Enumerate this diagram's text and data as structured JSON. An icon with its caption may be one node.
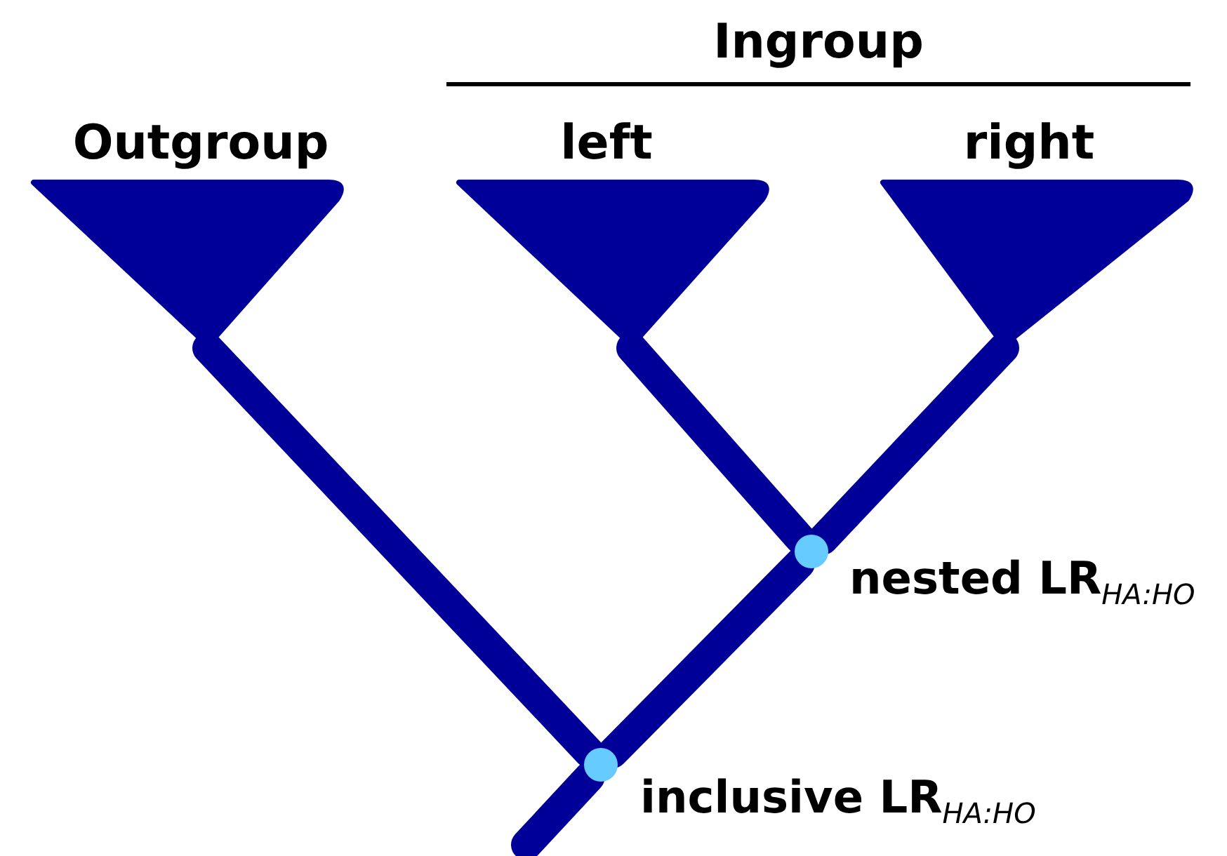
{
  "diagram": {
    "nodes": [
      {
        "text": [
          "Outgroup"
        ]
      },
      {
        "text": [
          "left"
        ]
      },
      {
        "text": [
          "right"
        ]
      },
      {
        "text": [],
        "shape": "circle",
        "beside": [
          "nested LR$_{HA:HO}$"
        ]
      },
      {
        "text": [],
        "shape": "circle",
        "beside": [
          "inclusive LR$_{HA:HO}$"
        ]
      }
    ],
    "edges": [
      {
        "from": null,
        "to": 4,
        "arrow": "none"
      },
      {
        "from": 4,
        "to": 0,
        "arrow": "none"
      },
      {
        "from": 4,
        "to": 3,
        "arrow": "none"
      },
      {
        "from": 3,
        "to": 1,
        "arrow": "none"
      },
      {
        "from": 3,
        "to": 2,
        "arrow": "none"
      }
    ],
    "labels": [
      "Ingroup"
    ]
  }
}
